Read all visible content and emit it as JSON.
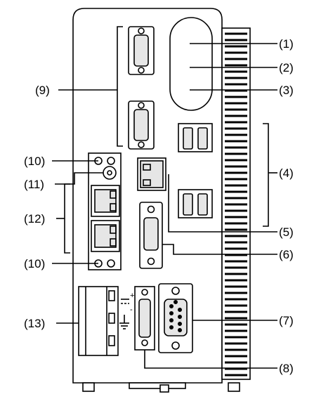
{
  "callouts": {
    "c1": "(1)",
    "c2": "(2)",
    "c3": "(3)",
    "c4": "(4)",
    "c5": "(5)",
    "c6": "(6)",
    "c7": "(7)",
    "c8": "(8)",
    "c9": "(9)",
    "c10a": "(10)",
    "c10b": "(10)",
    "c11": "(11)",
    "c12": "(12)",
    "c13": "(13)"
  },
  "power_symbols": {
    "plus": "+",
    "minus": "-"
  },
  "colors": {
    "line": "#000000",
    "fill": "#ffffff",
    "port_fill": "#e6e6e6"
  },
  "icons": [
    "ground-symbol-icon",
    "usb-port-icon",
    "ethernet-port-icon",
    "d-sub-connector-icon",
    "led-icon"
  ]
}
